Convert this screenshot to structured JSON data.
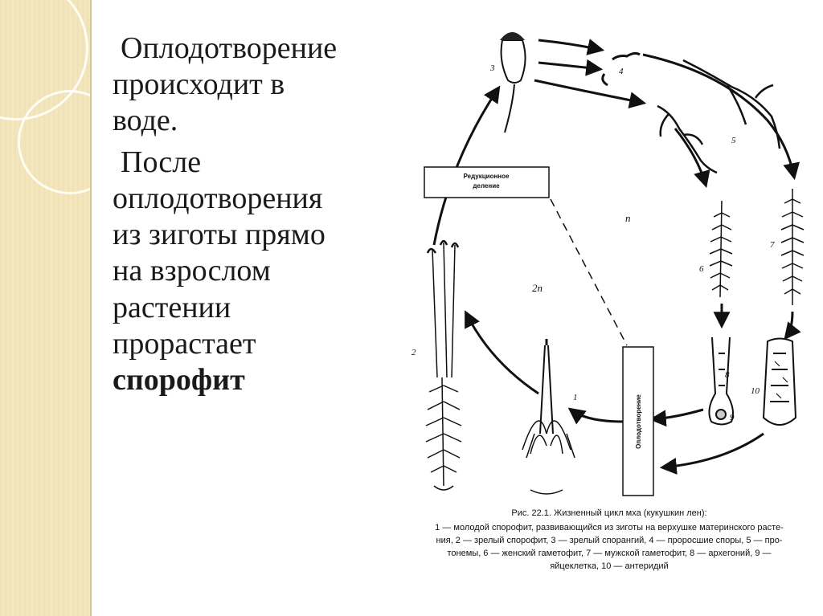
{
  "slide": {
    "paragraph_1_lines": [
      "Оплодотворение",
      "происходит в",
      "воде."
    ],
    "paragraph_2_lines": [
      "После",
      "оплодотворения",
      "из зиготы прямо",
      "на взрослом",
      "растении",
      "прорастает"
    ],
    "paragraph_2_bold": "спорофит"
  },
  "figure": {
    "box_reduction_line1": "Редукционное",
    "box_reduction_line2": "деление",
    "box_fertilization": "Оплодотворение",
    "label_n": "n",
    "label_2n": "2n",
    "numbers": [
      "1",
      "2",
      "3",
      "4",
      "5",
      "6",
      "7",
      "8",
      "9",
      "10"
    ],
    "caption_title": "Рис. 22.1. Жизненный цикл мха (кукушкин лен):",
    "caption_lines": [
      "1 — молодой спорофит, развивающийся из зиготы на верхушке материнского расте-",
      "ния, 2 — зрелый спорофит, 3 — зрелый спорангий, 4 — проросшие споры, 5 — про-",
      "тонемы, 6 — женский гаметофит, 7 — мужской гаметофит, 8 — архегоний, 9 —",
      "яйцеклетка, 10 — антеридий"
    ]
  },
  "colors": {
    "sidebar": "#f3e6bd",
    "text": "#1a1a1a",
    "drawing": "#111111"
  }
}
